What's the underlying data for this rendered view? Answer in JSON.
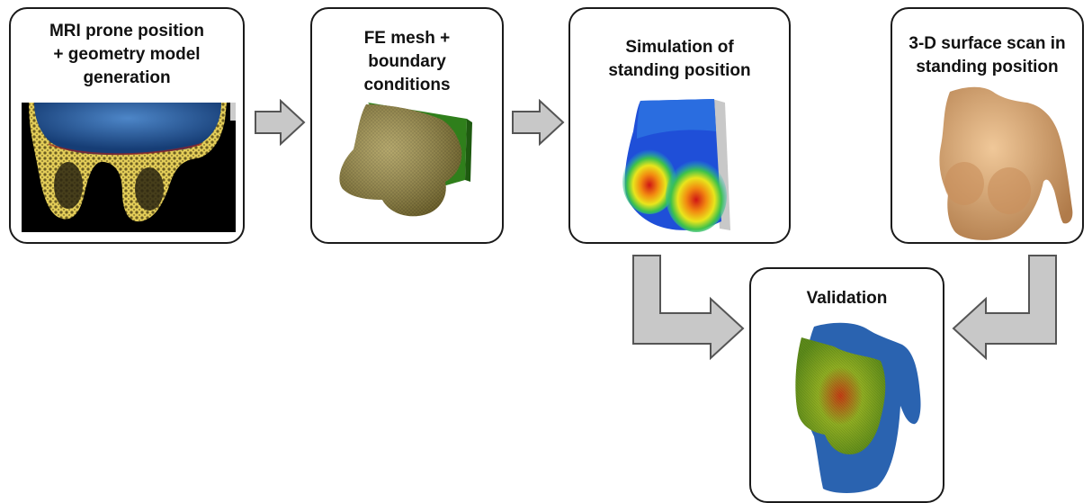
{
  "boxes": {
    "mri": {
      "title_lines": [
        "MRI prone position",
        "+ geometry model",
        "generation"
      ]
    },
    "fe": {
      "title_lines": [
        "FE mesh +",
        "boundary",
        "conditions"
      ]
    },
    "sim": {
      "title_lines": [
        "Simulation of",
        "standing position"
      ]
    },
    "scan": {
      "title_lines": [
        "3-D surface scan in",
        "standing position"
      ]
    },
    "validation": {
      "title_lines": [
        "Validation"
      ]
    }
  },
  "colors": {
    "box_border": "#1a1a1a",
    "arrow_fill": "#c8c8c8",
    "arrow_stroke": "#555555",
    "mri_tissue": "#e8d25a",
    "mri_background": "#000000",
    "mri_chest": "#1d4e8f",
    "fe_tissue": "#9a8a3a",
    "fe_boundary": "#2e7d1a",
    "sim_low": "#1f4fd8",
    "sim_high": "#d61e14",
    "scan_skin": "#d8a772",
    "validation_body": "#2a63b0"
  },
  "icons": [
    "mri-slice-image",
    "fe-mesh-image",
    "simulation-colormap-image",
    "surface-scan-torso-image",
    "validation-overlay-image",
    "right-arrow-icon",
    "elbow-arrow-icon"
  ]
}
